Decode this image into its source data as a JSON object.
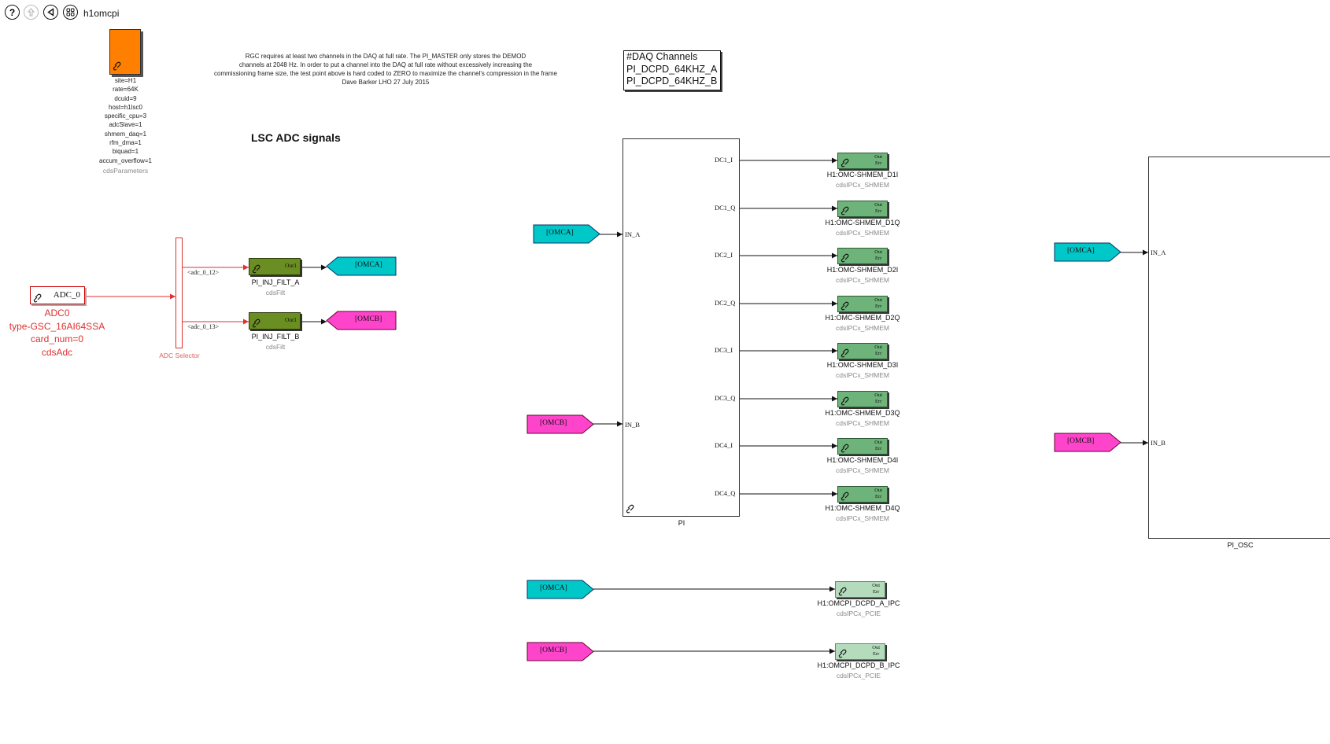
{
  "toolbar": {
    "model_name": "h1omcpi",
    "buttons": [
      {
        "icon": "help-icon",
        "glyph": "?"
      },
      {
        "icon": "go-to-parent-icon",
        "glyph": "up"
      },
      {
        "icon": "back-icon",
        "glyph": "back"
      },
      {
        "icon": "browse-icon",
        "glyph": "grid"
      }
    ]
  },
  "params": {
    "lines": [
      "site=H1",
      "rate=64K",
      "dcuid=9",
      "host=h1lsc0",
      "specific_cpu=3",
      "adcSlave=1",
      "shmem_daq=1",
      "rfm_dma=1",
      "biquad=1",
      "accum_overflow=1"
    ],
    "caption": "cdsParameters",
    "color": "#ff7f00"
  },
  "note": {
    "lines": [
      "RGC requires at least two channels in the DAQ at full rate. The PI_MASTER only stores the DEMOD",
      "channels at 2048 Hz. In order to put a channel into the DAQ at full rate without excessively increasing the",
      "commissioning frame size, the test point above is hard coded to ZERO to maximize the channel's compression in the frame",
      "Dave Barker LHO 27 July 2015"
    ]
  },
  "daq": {
    "lines": [
      "#DAQ Channels",
      "PI_DCPD_64KHZ_A",
      "PI_DCPD_64KHZ_B"
    ]
  },
  "section_title": "LSC ADC signals",
  "adc": {
    "label": "ADC_0",
    "info": [
      "ADC0",
      "type-GSC_16AI64SSA",
      "card_num=0",
      "cdsAdc"
    ],
    "color": "#e03030"
  },
  "selector": {
    "caption": "ADC Selector",
    "outputs": [
      "<adc_0_12>",
      "<adc_0_13>"
    ]
  },
  "filters": [
    {
      "name": "PI_INJ_FILT_A",
      "caption": "cdsFilt",
      "port": "Out1"
    },
    {
      "name": "PI_INJ_FILT_B",
      "caption": "cdsFilt",
      "port": "Out1"
    }
  ],
  "tags": {
    "omca": "[OMCA]",
    "omcb": "[OMCB]",
    "omca_color": "#00c8c8",
    "omcb_color": "#ff44cc"
  },
  "pi": {
    "name": "PI",
    "inputs": [
      "IN_A",
      "IN_B"
    ],
    "outputs": [
      "DC1_I",
      "DC1_Q",
      "DC2_I",
      "DC2_Q",
      "DC3_I",
      "DC3_Q",
      "DC4_I",
      "DC4_Q"
    ]
  },
  "shmem": {
    "blocks": [
      "H1:OMC-SHMEM_D1I",
      "H1:OMC-SHMEM_D1Q",
      "H1:OMC-SHMEM_D2I",
      "H1:OMC-SHMEM_D2Q",
      "H1:OMC-SHMEM_D3I",
      "H1:OMC-SHMEM_D3Q",
      "H1:OMC-SHMEM_D4I",
      "H1:OMC-SHMEM_D4Q"
    ],
    "caption": "cdsIPCx_SHMEM",
    "port_out": "Out",
    "port_err": "Err",
    "color": "#6db37a"
  },
  "ipc": {
    "blocks": [
      "H1:OMCPI_DCPD_A_IPC",
      "H1:OMCPI_DCPD_B_IPC"
    ],
    "caption": "cdsIPCx_PCIE",
    "color": "#b4dcbc"
  },
  "osc": {
    "name": "PI_OSC",
    "inputs": [
      "IN_A",
      "IN_B"
    ]
  }
}
